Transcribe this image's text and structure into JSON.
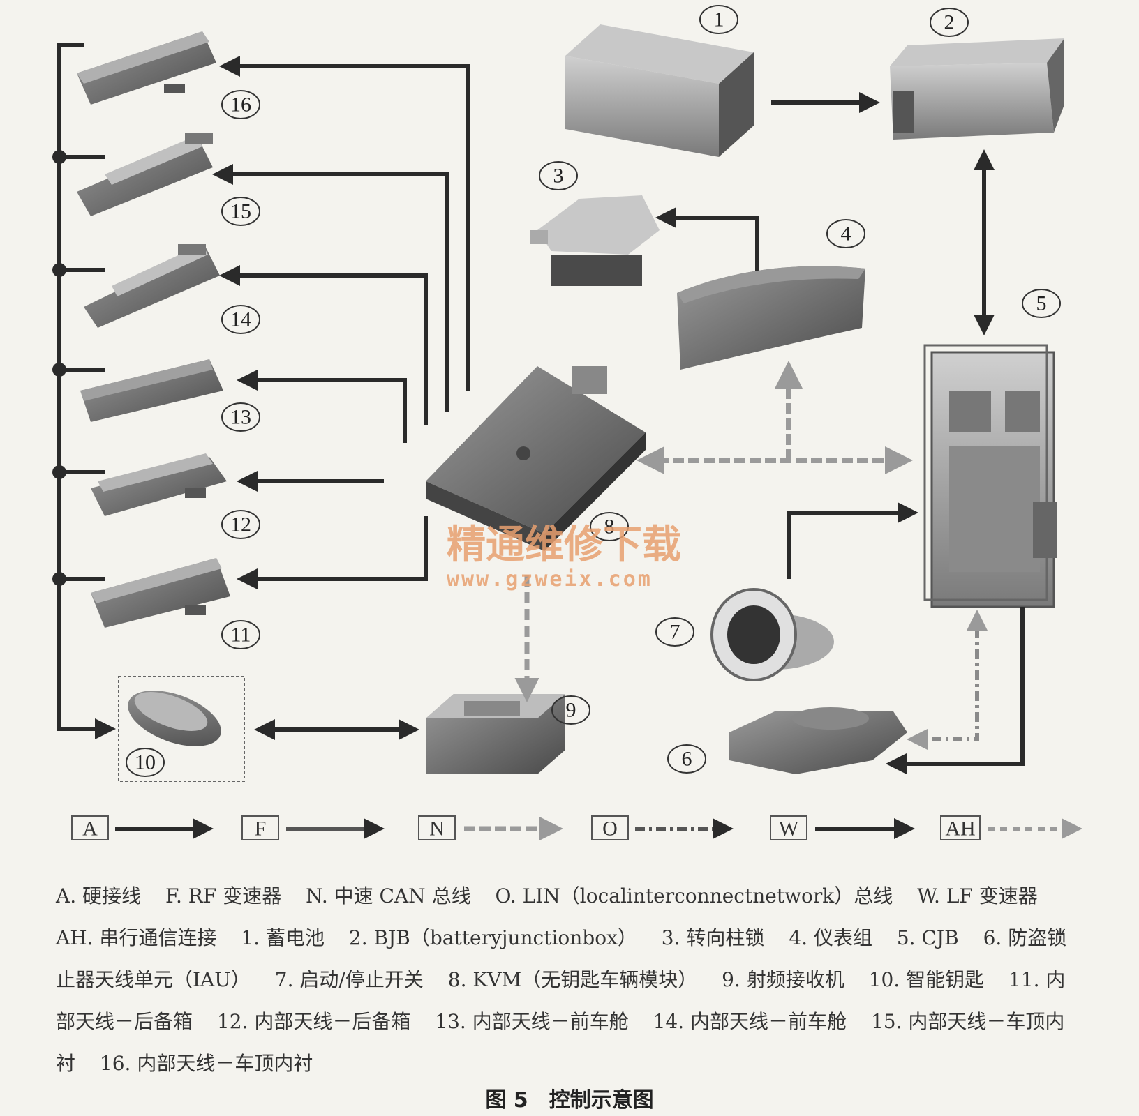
{
  "callouts": {
    "n1": "1",
    "n2": "2",
    "n3": "3",
    "n4": "4",
    "n5": "5",
    "n6": "6",
    "n7": "7",
    "n8": "8",
    "n9": "9",
    "n10": "10",
    "n11": "11",
    "n12": "12",
    "n13": "13",
    "n14": "14",
    "n15": "15",
    "n16": "16"
  },
  "legend_keys": {
    "a": "A",
    "f": "F",
    "n": "N",
    "o": "O",
    "w": "W",
    "ah": "AH"
  },
  "watermark": {
    "title": "精通维修下载",
    "url": "www.gzweix.com"
  },
  "caption_items": [
    "A. 硬接线",
    "F. RF 变速器",
    "N. 中速 CAN 总线",
    "O. LIN（localinterconnectnetwork）总线",
    "W. LF 变速器",
    "AH. 串行通信连接",
    "1. 蓄电池",
    "2. BJB（batteryjunctionbox）",
    "3. 转向柱锁",
    "4. 仪表组",
    "5. CJB",
    "6. 防盗锁止器天线单元（IAU）",
    "7. 启动/停止开关",
    "8. KVM（无钥匙车辆模块）",
    "9. 射频接收机",
    "10. 智能钥匙",
    "11. 内部天线－后备箱",
    "12. 内部天线－后备箱",
    "13. 内部天线－前车舱",
    "14. 内部天线－前车舱",
    "15. 内部天线－车顶内衬",
    "16. 内部天线－车顶内衬"
  ],
  "figure_title": "图 5　控制示意图",
  "colors": {
    "line": "#2a2a2a",
    "can": "#8a8a8a",
    "watermark": "#e8a070",
    "component": "#6b6b6b"
  }
}
